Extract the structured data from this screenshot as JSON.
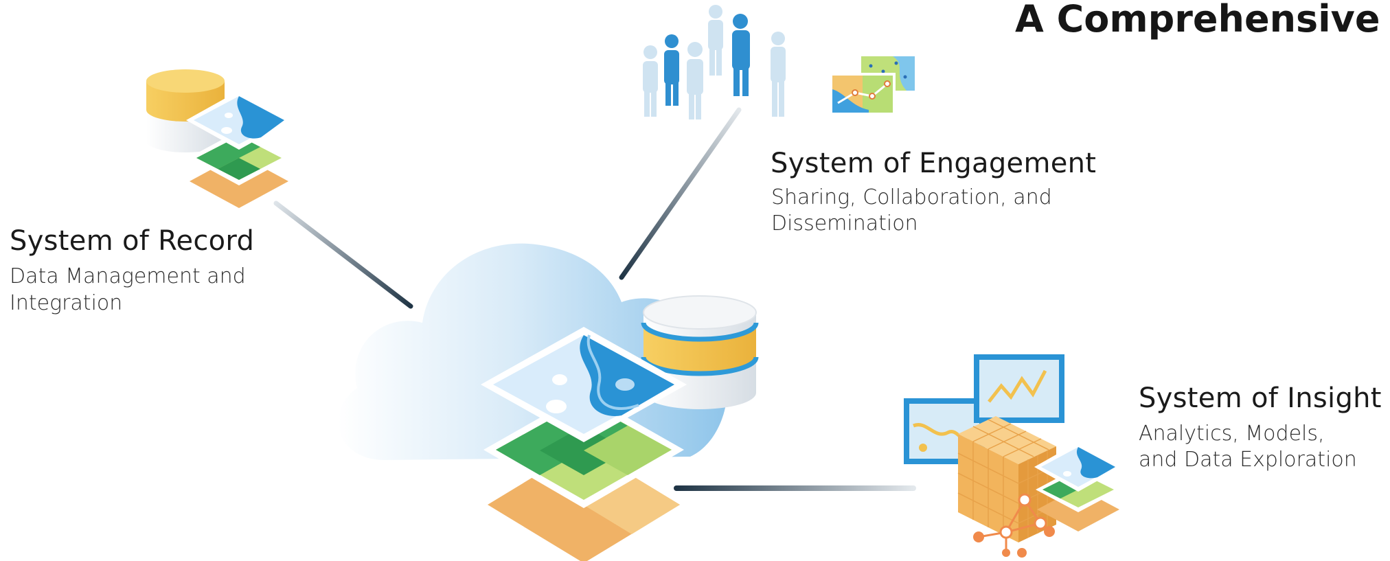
{
  "title": "A Comprehensive G",
  "systems": {
    "record": {
      "title": "System of  Record",
      "line1": "Data Management and",
      "line2": "Integration"
    },
    "engagement": {
      "title": "System of Engagement",
      "line1": "Sharing, Collaboration, and",
      "line2": "Dissemination"
    },
    "insight": {
      "title": "System of Insight",
      "line1": "Analytics, Models,",
      "line2": "and Data Exploration"
    }
  },
  "colors": {
    "accent_blue": "#1f9ad6",
    "cylinder_gold": "#f2c14e",
    "map_green": "#3daa5c",
    "map_orange": "#f0b266",
    "connector_dark": "#23394b"
  },
  "icons": [
    "cloud-icon",
    "database-icon",
    "map-layers-icon",
    "people-icon",
    "map-sheets-icon",
    "chart-monitor-icon",
    "data-cube-icon",
    "network-graph-icon"
  ]
}
